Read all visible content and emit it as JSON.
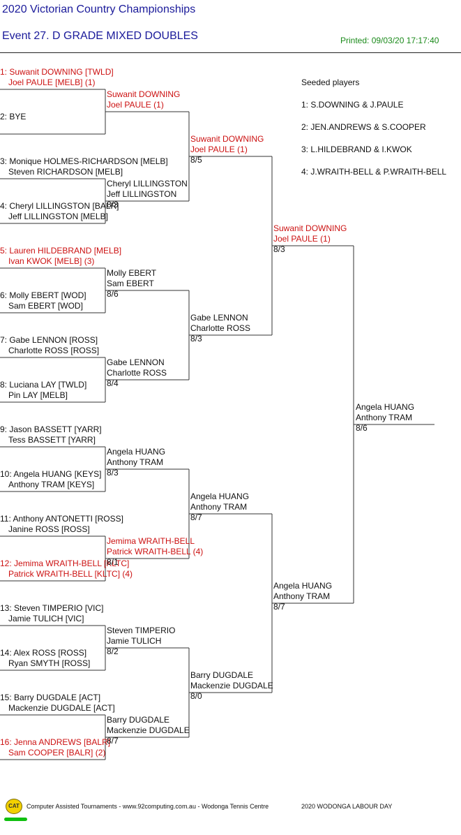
{
  "header": {
    "title": "2020 Victorian Country Championships",
    "event": "Event 27. D GRADE MIXED DOUBLES",
    "printed": "Printed: 09/03/20 17:17:40"
  },
  "round1": [
    {
      "l1": "1: Suwanit DOWNING [TWLD]",
      "l2": "Joel PAULE [MELB] (1)",
      "red": true
    },
    {
      "l1": "2: BYE",
      "l2": "",
      "red": false
    },
    {
      "l1": "3: Monique HOLMES-RICHARDSON [MELB]",
      "l2": "Steven RICHARDSON [MELB]",
      "red": false
    },
    {
      "l1": "4: Cheryl LILLINGSTON [BALR]",
      "l2": "Jeff LILLINGSTON [MELB]",
      "red": false
    },
    {
      "l1": "5: Lauren HILDEBRAND [MELB]",
      "l2": "Ivan KWOK [MELB] (3)",
      "red": true
    },
    {
      "l1": "6: Molly EBERT [WOD]",
      "l2": "Sam EBERT [WOD]",
      "red": false
    },
    {
      "l1": "7: Gabe LENNON [ROSS]",
      "l2": "Charlotte ROSS [ROSS]",
      "red": false
    },
    {
      "l1": "8: Luciana LAY [TWLD]",
      "l2": "Pin LAY [MELB]",
      "red": false
    },
    {
      "l1": "9: Jason BASSETT [YARR]",
      "l2": "Tess BASSETT [YARR]",
      "red": false
    },
    {
      "l1": "10: Angela HUANG [KEYS]",
      "l2": "Anthony TRAM [KEYS]",
      "red": false
    },
    {
      "l1": "11: Anthony ANTONETTI [ROSS]",
      "l2": "Janine ROSS [ROSS]",
      "red": false
    },
    {
      "l1": "12: Jemima WRAITH-BELL [KLTC]",
      "l2": "Patrick WRAITH-BELL [KLTC] (4)",
      "red": true
    },
    {
      "l1": "13: Steven TIMPERIO [VIC]",
      "l2": "Jamie TULICH [VIC]",
      "red": false
    },
    {
      "l1": "14: Alex ROSS [ROSS]",
      "l2": "Ryan SMYTH [ROSS]",
      "red": false
    },
    {
      "l1": "15: Barry DUGDALE [ACT]",
      "l2": "Mackenzie DUGDALE [ACT]",
      "red": false
    },
    {
      "l1": "16: Jenna ANDREWS [BALR]",
      "l2": "Sam COOPER [BALR] (2)",
      "red": true
    }
  ],
  "round2": [
    {
      "l1": "Suwanit DOWNING",
      "l2": "Joel PAULE (1)",
      "score": "",
      "red": true
    },
    {
      "l1": "Cheryl LILLINGSTON",
      "l2": "Jeff LILLINGSTON",
      "score": "8/3",
      "red": false
    },
    {
      "l1": "Molly EBERT",
      "l2": "Sam EBERT",
      "score": "8/6",
      "red": false
    },
    {
      "l1": "Gabe LENNON",
      "l2": "Charlotte ROSS",
      "score": "8/4",
      "red": false
    },
    {
      "l1": "Angela HUANG",
      "l2": "Anthony TRAM",
      "score": "8/3",
      "red": false
    },
    {
      "l1": "Jemima WRAITH-BELL",
      "l2": "Patrick WRAITH-BELL (4)",
      "score": "8/1",
      "red": true
    },
    {
      "l1": "Steven TIMPERIO",
      "l2": "Jamie TULICH",
      "score": "8/2",
      "red": false
    },
    {
      "l1": "Barry DUGDALE",
      "l2": "Mackenzie DUGDALE",
      "score": "8/7",
      "red": false
    }
  ],
  "round3": [
    {
      "l1": "Suwanit DOWNING",
      "l2": "Joel PAULE (1)",
      "score": "8/5",
      "red": true
    },
    {
      "l1": "Gabe LENNON",
      "l2": "Charlotte ROSS",
      "score": "8/3",
      "red": false
    },
    {
      "l1": "Angela HUANG",
      "l2": "Anthony TRAM",
      "score": "8/7",
      "red": false
    },
    {
      "l1": "Barry DUGDALE",
      "l2": "Mackenzie DUGDALE",
      "score": "8/0",
      "red": false
    }
  ],
  "round4": [
    {
      "l1": "Suwanit DOWNING",
      "l2": "Joel PAULE (1)",
      "score": "8/3",
      "red": true
    },
    {
      "l1": "Angela HUANG",
      "l2": "Anthony TRAM",
      "score": "8/7",
      "red": false
    }
  ],
  "winner": {
    "l1": "Angela HUANG",
    "l2": "Anthony TRAM",
    "score": "8/6"
  },
  "seeds": {
    "heading": "Seeded players",
    "items": [
      "1: S.DOWNING & J.PAULE",
      "2: JEN.ANDREWS & S.COOPER",
      "3: L.HILDEBRAND & I.KWOK",
      "4: J.WRAITH-BELL & P.WRAITH-BELL"
    ]
  },
  "footer": {
    "logo": "CAT",
    "credit": "Computer Assisted Tournaments - www.92computing.com.au -  Wodonga Tennis Centre",
    "tournament": "2020 WODONGA LABOUR DAY"
  }
}
